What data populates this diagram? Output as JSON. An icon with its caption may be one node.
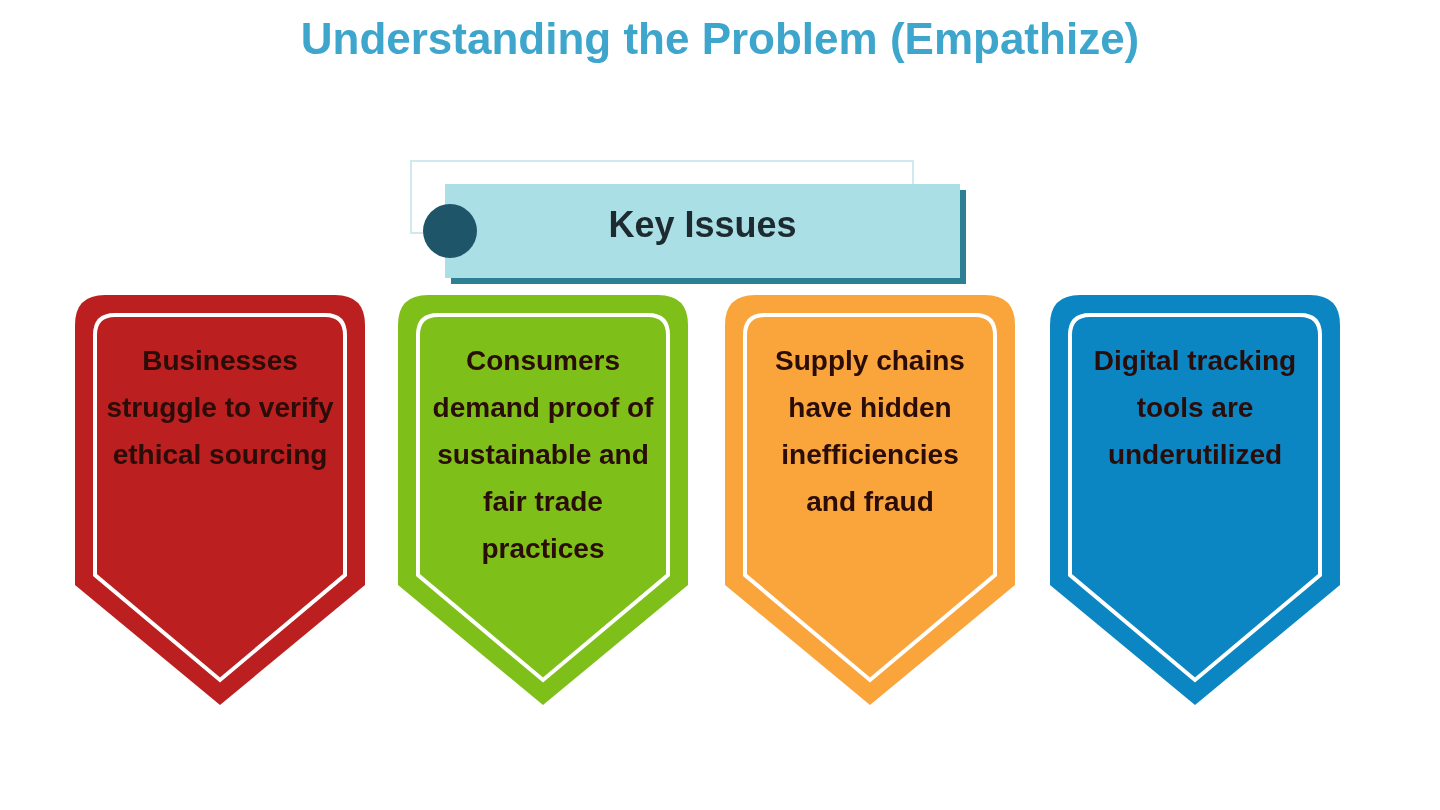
{
  "diagram": {
    "title": "Understanding the Problem (Empathize)",
    "nodes": [
      {
        "text": [
          "Key Issues"
        ]
      },
      {
        "text": [
          "Businesses struggle to verify ethical sourcing"
        ]
      },
      {
        "text": [
          "Consumers demand proof of sustainable and fair trade practices"
        ]
      },
      {
        "text": [
          "Supply chains have hidden inefficiencies and fraud"
        ]
      },
      {
        "text": [
          "Digital tracking tools are underutilized"
        ]
      }
    ]
  }
}
